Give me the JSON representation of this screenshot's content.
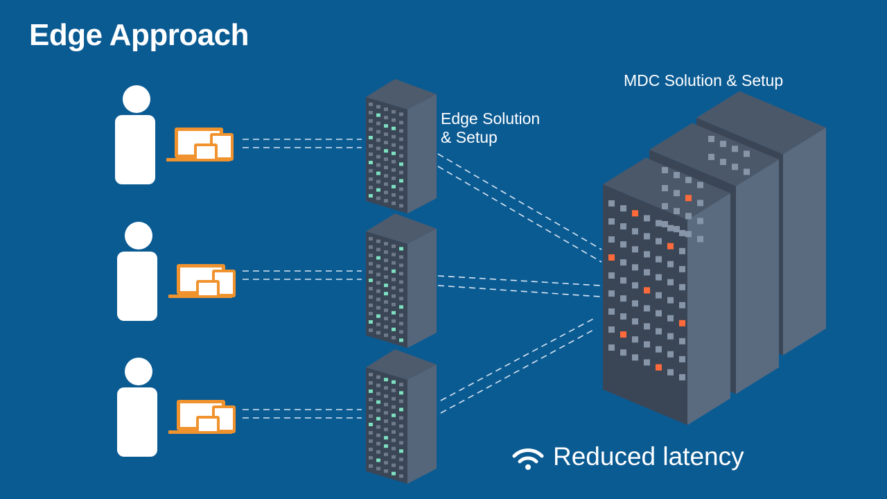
{
  "title": "Edge Approach",
  "edge_label": {
    "line1": "Edge Solution",
    "line2": "& Setup"
  },
  "mdc_label": "MDC Solution & Setup",
  "latency_label": "Reduced latency",
  "icons": {
    "user": "person-icon",
    "devices": "laptop-tablet-phone-icon",
    "edge_server": "server-rack-icon",
    "datacenter": "datacenter-tower-icon",
    "connectivity": "wifi-icon"
  },
  "colors": {
    "background": "#0b5b93",
    "device_orange": "#f0932f",
    "server_dark": "#3a4656",
    "edge_led": "#7ee0c0",
    "mdc_led": "#ff6a3a",
    "text": "#ffffff"
  }
}
